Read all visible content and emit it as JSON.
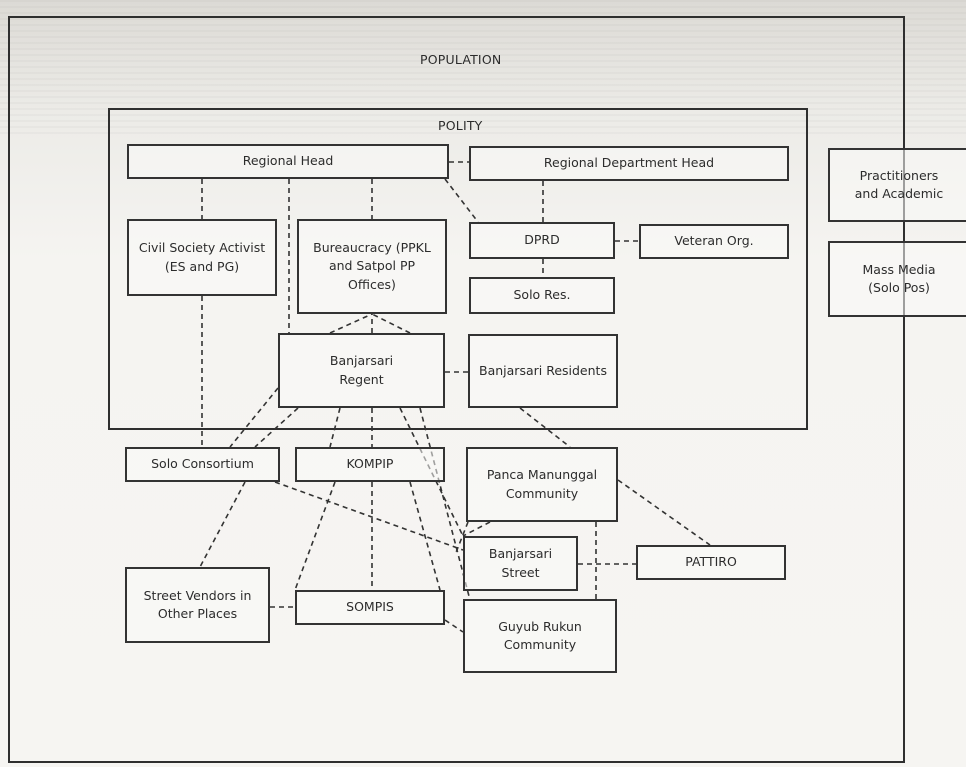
{
  "diagram": {
    "population_label": "POPULATION",
    "polity_label": "POLITY",
    "nodes": {
      "regional_head": "Regional Head",
      "regional_department_head": "Regional Department Head",
      "practitioners_academic": "Practitioners\nand Academic",
      "civil_society_activist": "Civil Society Activist\n(ES and PG)",
      "bureaucracy": "Bureaucracy (PPKL\nand Satpol PP\nOffices)",
      "dprd": "DPRD",
      "veteran_org": "Veteran Org.",
      "mass_media": "Mass Media\n(Solo Pos)",
      "solo_res": "Solo Res.",
      "banjarsari_regent": "Banjarsari\nRegent",
      "banjarsari_residents": "Banjarsari Residents",
      "solo_consortium": "Solo Consortium",
      "kompip": "KOMPIP",
      "panca_manunggal": "Panca Manunggal\nCommunity",
      "banjarsari_street": "Banjarsari\nStreet",
      "pattiro": "PATTIRO",
      "street_vendors_other": "Street Vendors in\nOther Places",
      "sompis": "SOMPIS",
      "guyub_rukun": "Guyub Rukun\nCommunity"
    },
    "connections": [
      [
        "regional_head",
        "regional_department_head"
      ],
      [
        "regional_head",
        "civil_society_activist"
      ],
      [
        "regional_head",
        "bureaucracy"
      ],
      [
        "regional_head",
        "banjarsari_regent"
      ],
      [
        "regional_head",
        "dprd"
      ],
      [
        "regional_department_head",
        "dprd"
      ],
      [
        "dprd",
        "veteran_org"
      ],
      [
        "dprd",
        "solo_res"
      ],
      [
        "civil_society_activist",
        "solo_consortium"
      ],
      [
        "banjarsari_regent",
        "bureaucracy"
      ],
      [
        "banjarsari_regent",
        "banjarsari_residents"
      ],
      [
        "banjarsari_regent",
        "solo_consortium"
      ],
      [
        "banjarsari_regent",
        "kompip"
      ],
      [
        "banjarsari_regent",
        "panca_manunggal"
      ],
      [
        "banjarsari_regent",
        "banjarsari_street"
      ],
      [
        "kompip",
        "bureaucracy"
      ],
      [
        "kompip",
        "sompis"
      ],
      [
        "solo_consortium",
        "banjarsari_street"
      ],
      [
        "solo_consortium",
        "street_vendors_other"
      ],
      [
        "panca_manunggal",
        "banjarsari_street"
      ],
      [
        "panca_manunggal",
        "pattiro"
      ],
      [
        "panca_manunggal",
        "guyub_rukun"
      ],
      [
        "banjarsari_street",
        "pattiro"
      ],
      [
        "street_vendors_other",
        "sompis"
      ],
      [
        "sompis",
        "guyub_rukun"
      ]
    ]
  }
}
